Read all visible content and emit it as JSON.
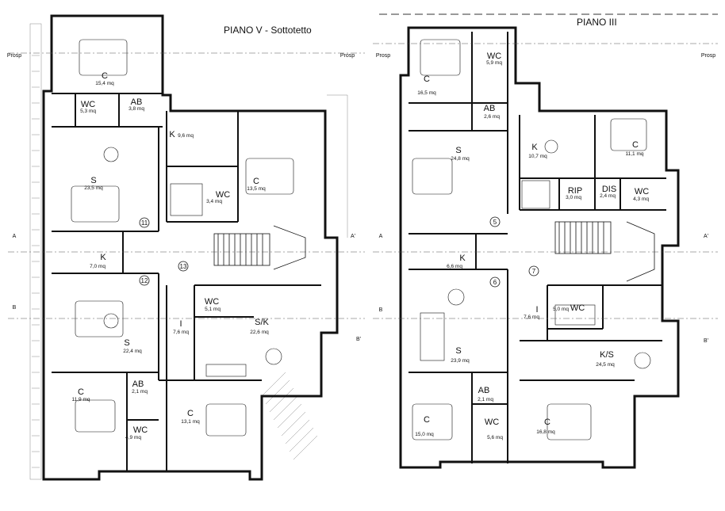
{
  "plans": [
    {
      "id": "piano-v",
      "title": "PIANO V - Sottotetto",
      "prosp_left": "Prosp",
      "prosp_right": "Prosp",
      "sections": [
        "A",
        "A'",
        "B",
        "B'"
      ],
      "stair_numbers": [
        "11",
        "12",
        "13"
      ],
      "rooms": [
        {
          "code": "C",
          "area": "15,4 mq"
        },
        {
          "code": "WC",
          "area": "5,3 mq"
        },
        {
          "code": "AB",
          "area": "3,8 mq"
        },
        {
          "code": "K",
          "area": "9,6 mq"
        },
        {
          "code": "S",
          "area": "23,5 mq"
        },
        {
          "code": "WC",
          "area": "3,4 mq"
        },
        {
          "code": "C",
          "area": "13,5 mq"
        },
        {
          "code": "K",
          "area": "7,0 mq"
        },
        {
          "code": "WC",
          "area": "5,1 mq"
        },
        {
          "code": "I",
          "area": "7,6 mq"
        },
        {
          "code": "S/K",
          "area": "22,6 mq"
        },
        {
          "code": "S",
          "area": "22,4 mq"
        },
        {
          "code": "AB",
          "area": "2,1 mq"
        },
        {
          "code": "C",
          "area": "11,9 mq"
        },
        {
          "code": "C",
          "area": "13,1 mq"
        },
        {
          "code": "WC",
          "area": "4,9 mq"
        }
      ]
    },
    {
      "id": "piano-iii",
      "title": "PIANO III",
      "prosp_left": "Prosp",
      "prosp_right": "Prosp",
      "sections": [
        "A",
        "A'",
        "B",
        "B'"
      ],
      "stair_numbers": [
        "5",
        "6",
        "7"
      ],
      "rooms": [
        {
          "code": "WC",
          "area": "5,9 mq"
        },
        {
          "code": "C",
          "area": "16,5 mq"
        },
        {
          "code": "AB",
          "area": "2,6 mq"
        },
        {
          "code": "S",
          "area": "24,8 mq"
        },
        {
          "code": "K",
          "area": "10,7 mq"
        },
        {
          "code": "C",
          "area": "11,1 mq"
        },
        {
          "code": "RIP",
          "area": "3,0 mq"
        },
        {
          "code": "DIS",
          "area": "2,4 mq"
        },
        {
          "code": "WC",
          "area": "4,3 mq"
        },
        {
          "code": "K",
          "area": "6,6 mq"
        },
        {
          "code": "I",
          "area": "7,6 mq"
        },
        {
          "code": "WC",
          "area": "5,0 mq"
        },
        {
          "code": "S",
          "area": "23,9 mq"
        },
        {
          "code": "K/S",
          "area": "24,5 mq"
        },
        {
          "code": "AB",
          "area": "2,1 mq"
        },
        {
          "code": "C",
          "area": "15,0 mq"
        },
        {
          "code": "WC",
          "area": "5,6 mq"
        },
        {
          "code": "C",
          "area": "16,8 mq"
        }
      ]
    }
  ]
}
